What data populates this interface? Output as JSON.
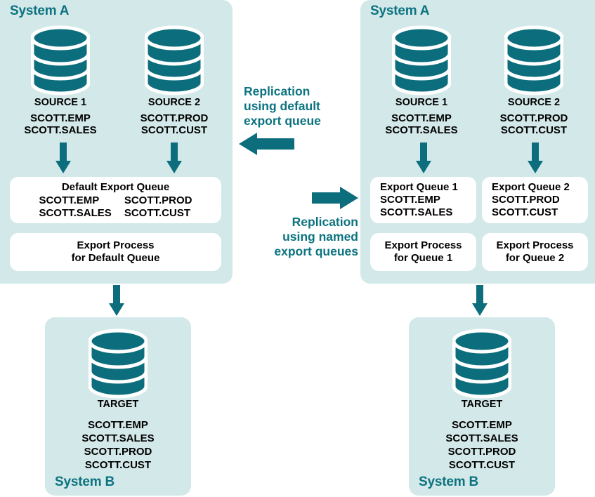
{
  "colors": {
    "teal": "#0c6e7d",
    "teal_text": "#0c7380",
    "panel_bg": "#d3e8e8",
    "box_bg": "#ffffff",
    "text": "#000000"
  },
  "left_diagram": {
    "system_a_label": "System A",
    "system_b_label": "System B",
    "sources": [
      {
        "name": "SOURCE 1",
        "tables": "SCOTT.EMP\nSCOTT.SALES"
      },
      {
        "name": "SOURCE 2",
        "tables": "SCOTT.PROD\nSCOTT.CUST"
      }
    ],
    "queue_box": {
      "title": "Default Export Queue",
      "col1": "SCOTT.EMP\nSCOTT.SALES",
      "col2": "SCOTT.PROD\nSCOTT.CUST"
    },
    "process_box": {
      "line1": "Export Process",
      "line2": "for Default Queue"
    },
    "target": {
      "name": "TARGET",
      "tables": "SCOTT.EMP\nSCOTT.SALES\nSCOTT.PROD\nSCOTT.CUST"
    }
  },
  "right_diagram": {
    "system_a_label": "System A",
    "system_b_label": "System B",
    "sources": [
      {
        "name": "SOURCE 1",
        "tables": "SCOTT.EMP\nSCOTT.SALES"
      },
      {
        "name": "SOURCE 2",
        "tables": "SCOTT.PROD\nSCOTT.CUST"
      }
    ],
    "queue_boxes": [
      {
        "title": "Export Queue 1",
        "tables": "SCOTT.EMP\nSCOTT.SALES"
      },
      {
        "title": "Export Queue 2",
        "tables": "SCOTT.PROD\nSCOTT.CUST"
      }
    ],
    "process_boxes": [
      {
        "line1": "Export Process",
        "line2": "for Queue 1"
      },
      {
        "line1": "Export Process",
        "line2": "for Queue 2"
      }
    ],
    "target": {
      "name": "TARGET",
      "tables": "SCOTT.EMP\nSCOTT.SALES\nSCOTT.PROD\nSCOTT.CUST"
    }
  },
  "center": {
    "label_top": "Replication\nusing default\nexport queue",
    "label_bottom": "Replication\nusing named\nexport queues"
  }
}
